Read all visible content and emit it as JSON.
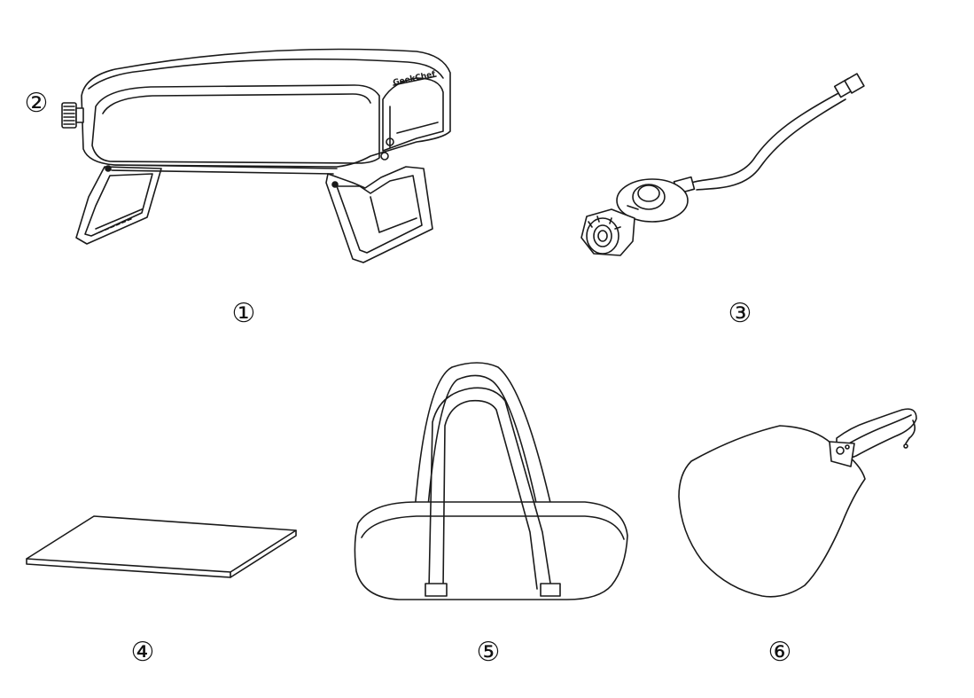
{
  "labels": {
    "oven": "①",
    "knob": "②",
    "regulator": "③",
    "stone": "④",
    "bag": "⑤",
    "peel": "⑥"
  },
  "oven_logo": "GeekChef",
  "colors": {
    "line": "#1a1a1a",
    "fill": "#ffffff"
  }
}
